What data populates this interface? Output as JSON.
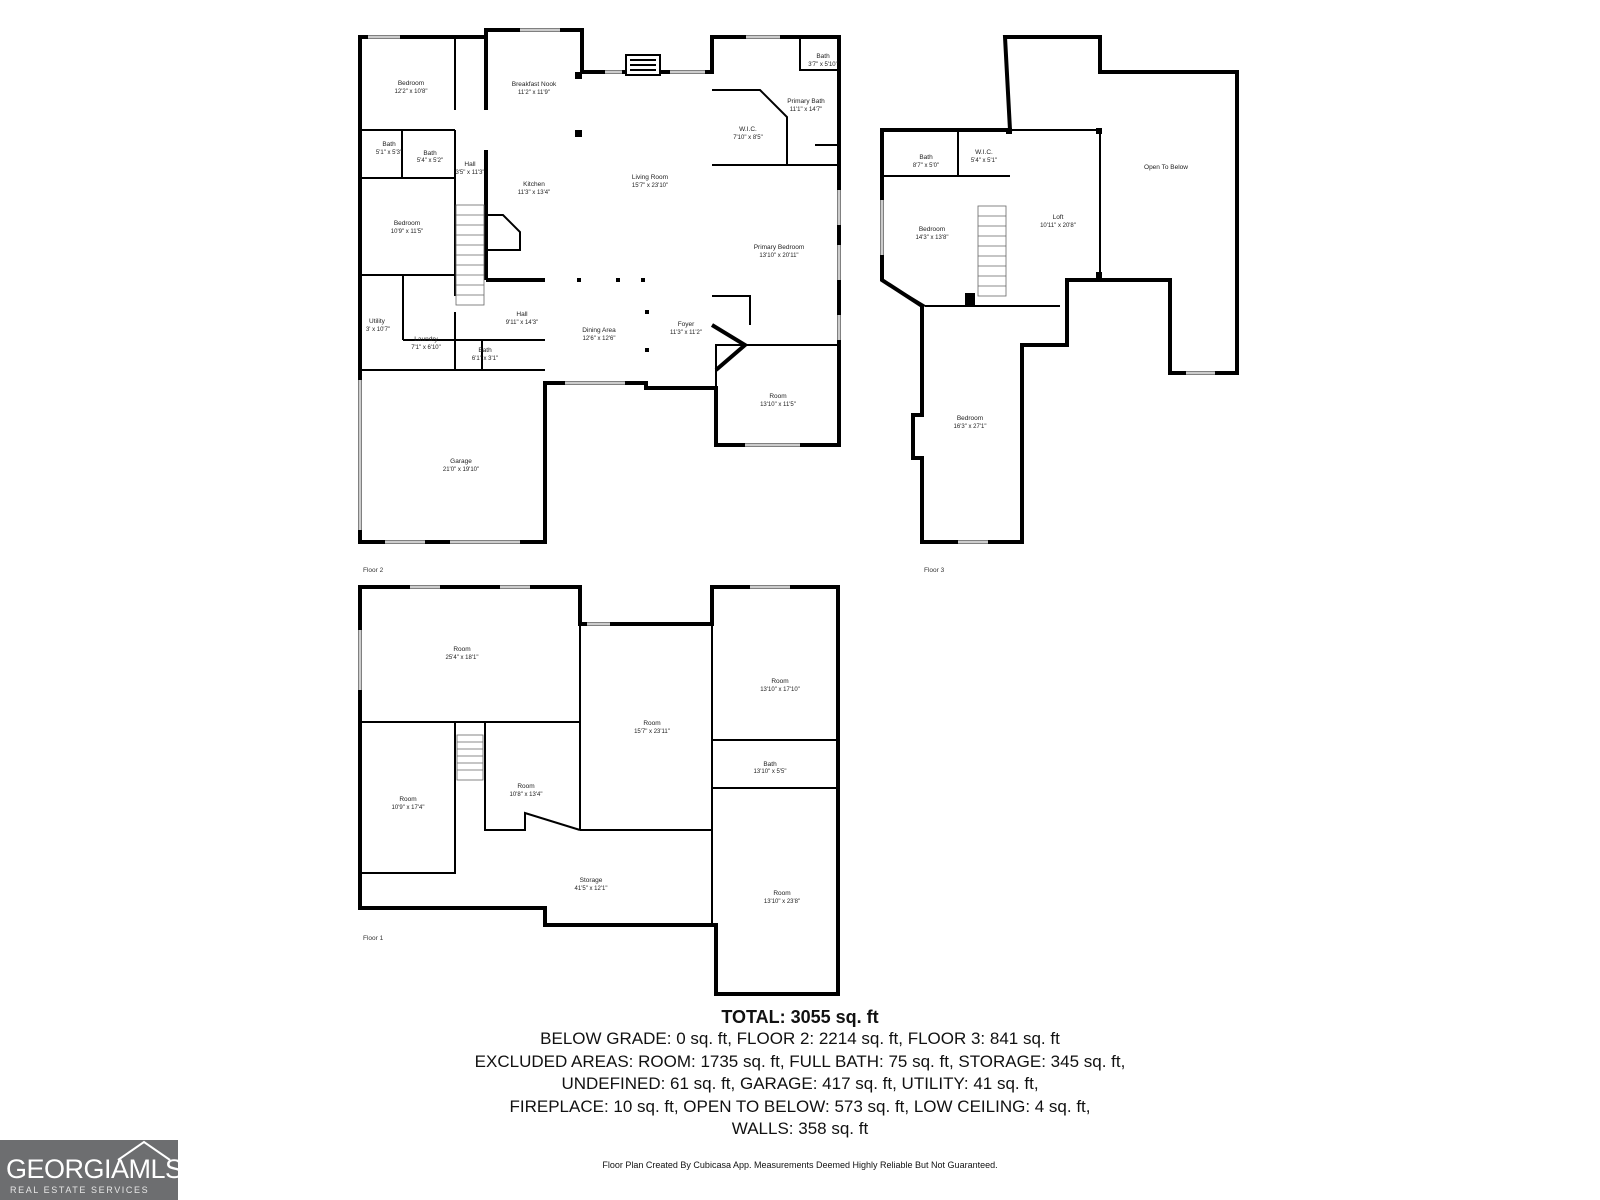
{
  "floors": {
    "floor1": {
      "label": "Floor 1",
      "rooms": [
        {
          "name": "Room",
          "dim": "25'4\" x 18'1\""
        },
        {
          "name": "Room",
          "dim": "15'7\" x 23'11\""
        },
        {
          "name": "Room",
          "dim": "13'10\" x 17'10\""
        },
        {
          "name": "Bath",
          "dim": "13'10\" x 5'5\""
        },
        {
          "name": "Room",
          "dim": "10'9\" x 17'4\""
        },
        {
          "name": "Room",
          "dim": "10'8\" x 13'4\""
        },
        {
          "name": "Storage",
          "dim": "41'5\" x 12'1\""
        },
        {
          "name": "Room",
          "dim": "13'10\" x 23'8\""
        }
      ]
    },
    "floor2": {
      "label": "Floor 2",
      "rooms": [
        {
          "name": "Bedroom",
          "dim": "12'2\" x 10'8\""
        },
        {
          "name": "Breakfast Nook",
          "dim": "11'2\" x 11'9\""
        },
        {
          "name": "Bath",
          "dim": "5'1\" x 5'3\""
        },
        {
          "name": "Bath",
          "dim": "5'4\" x 5'2\""
        },
        {
          "name": "Hall",
          "dim": "3'5\" x 11'3\""
        },
        {
          "name": "Kitchen",
          "dim": "11'3\" x 13'4\""
        },
        {
          "name": "Living Room",
          "dim": "15'7\" x 23'10\""
        },
        {
          "name": "Bath",
          "dim": "3'7\" x 5'10\""
        },
        {
          "name": "Primary Bath",
          "dim": "11'1\" x 14'7\""
        },
        {
          "name": "W.I.C.",
          "dim": "7'10\" x 8'5\""
        },
        {
          "name": "Bedroom",
          "dim": "10'9\" x 11'5\""
        },
        {
          "name": "Primary Bedroom",
          "dim": "13'10\" x 20'11\""
        },
        {
          "name": "Utility",
          "dim": "3' x 10'7\""
        },
        {
          "name": "Hall",
          "dim": "9'11\" x 14'3\""
        },
        {
          "name": "Laundry",
          "dim": "7'1\" x 6'10\""
        },
        {
          "name": "Bath",
          "dim": "6'1\" x 3'1\""
        },
        {
          "name": "Dining Area",
          "dim": "12'6\" x 12'6\""
        },
        {
          "name": "Foyer",
          "dim": "11'3\" x 11'2\""
        },
        {
          "name": "Room",
          "dim": "13'10\" x 11'5\""
        },
        {
          "name": "Garage",
          "dim": "21'0\" x 19'10\""
        }
      ]
    },
    "floor3": {
      "label": "Floor 3",
      "rooms": [
        {
          "name": "Bath",
          "dim": "8'7\" x 5'0\""
        },
        {
          "name": "W.I.C.",
          "dim": "5'4\" x 5'1\""
        },
        {
          "name": "Open To Below",
          "dim": ""
        },
        {
          "name": "Bedroom",
          "dim": "14'3\" x 13'8\""
        },
        {
          "name": "Loft",
          "dim": "10'11\" x 20'8\""
        },
        {
          "name": "Bedroom",
          "dim": "16'3\" x 27'1\""
        }
      ]
    }
  },
  "summary": {
    "total": "TOTAL: 3055 sq. ft",
    "lines": [
      "BELOW GRADE: 0 sq. ft, FLOOR 2: 2214 sq. ft, FLOOR 3: 841 sq. ft",
      "EXCLUDED AREAS: ROOM: 1735 sq. ft, FULL BATH: 75 sq. ft, STORAGE: 345 sq. ft,",
      "UNDEFINED: 61 sq. ft, GARAGE: 417 sq. ft, UTILITY: 41 sq. ft,",
      "FIREPLACE: 10 sq. ft, OPEN TO BELOW: 573 sq. ft, LOW CEILING: 4 sq. ft,",
      "WALLS: 358 sq. ft"
    ]
  },
  "credit": "Floor Plan Created By Cubicasa App. Measurements Deemed Highly Reliable But Not Guaranteed.",
  "logo": {
    "wordmark": "GEORGIAMLS",
    "tagline": "REAL ESTATE SERVICES",
    "bg_color": "#6d6e70"
  }
}
